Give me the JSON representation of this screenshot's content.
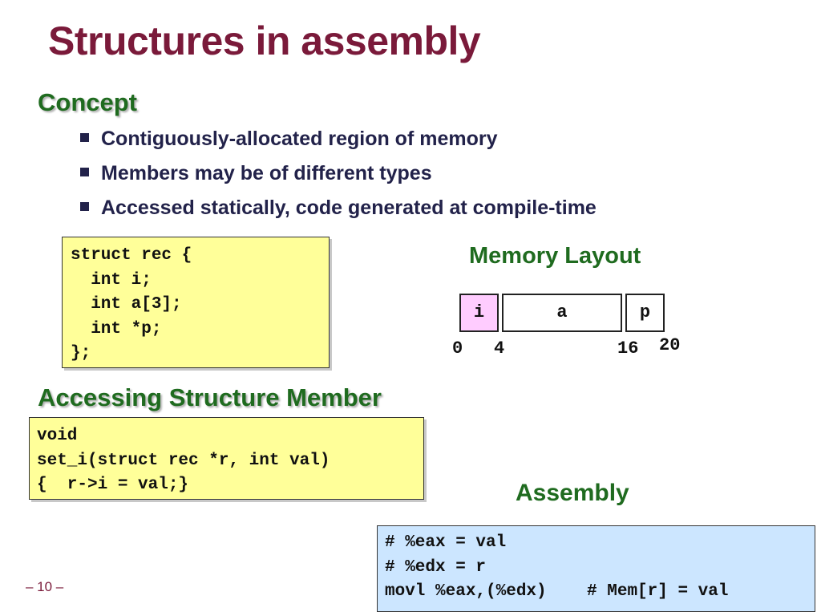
{
  "slide": {
    "title": "Structures in assembly",
    "page_number": "– 10 –"
  },
  "concept": {
    "heading": "Concept",
    "bullets": [
      "Contiguously-allocated region of memory",
      "Members may be of different types",
      "Accessed statically, code generated at compile-time"
    ]
  },
  "struct_code": {
    "lines": [
      "struct rec {",
      "  int i;",
      "  int a[3];",
      "  int *p;",
      "};"
    ]
  },
  "memory_layout": {
    "heading": "Memory Layout",
    "cells": [
      "i",
      "a",
      "p"
    ],
    "offsets": [
      "0",
      "4",
      "16",
      "20"
    ]
  },
  "accessing": {
    "heading": "Accessing Structure Member",
    "lines": [
      "void",
      "set_i(struct rec *r, int val)",
      "{  r->i = val;}"
    ]
  },
  "assembly": {
    "heading": "Assembly",
    "lines": [
      "# %eax = val",
      "# %edx = r",
      "movl %eax,(%edx)    # Mem[r] = val"
    ]
  },
  "colors": {
    "title": "#7a1a3a",
    "heading_green": "#1f6b1f",
    "bullet_text": "#22224a",
    "code_yellow": "#ffff99",
    "code_blue": "#cce6ff",
    "cell_i_pink": "#ffccff"
  }
}
